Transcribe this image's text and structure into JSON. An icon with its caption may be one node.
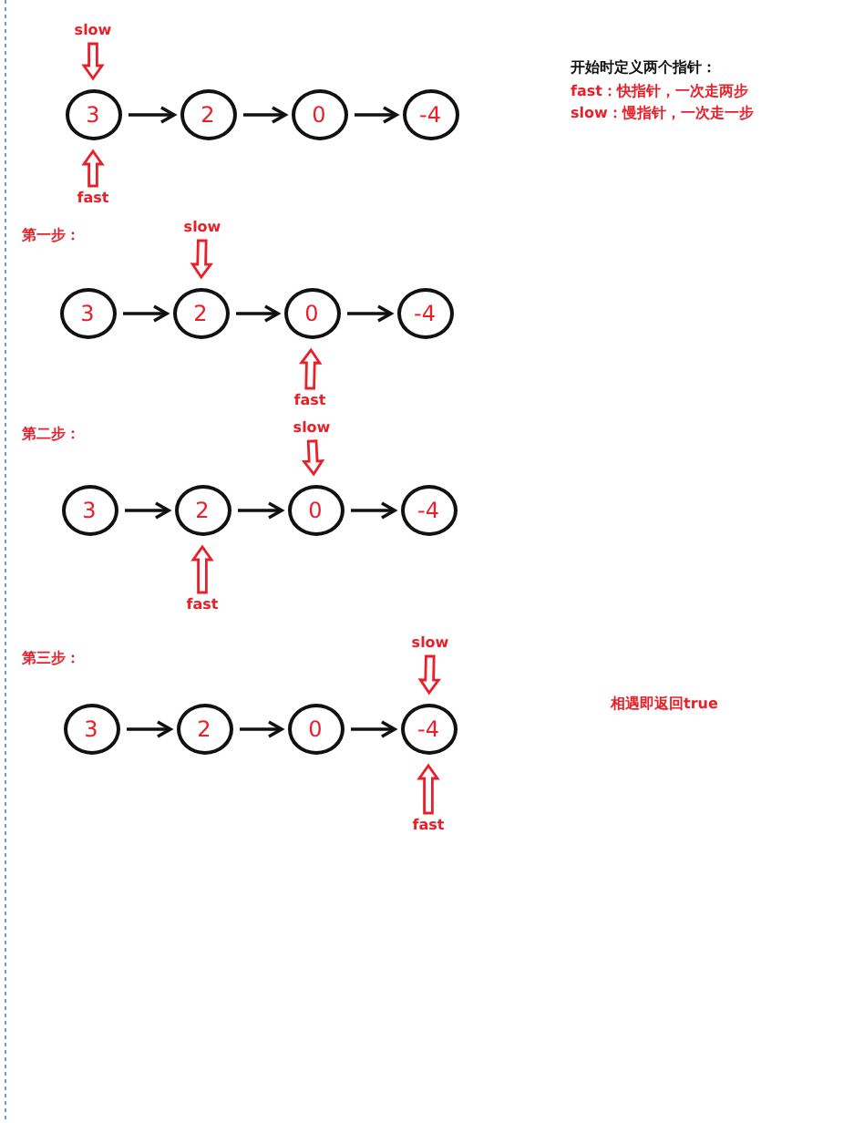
{
  "diagram": {
    "nodes": [
      {
        "text": [
          "slow"
        ]
      },
      {
        "text": [
          "3"
        ]
      },
      {
        "text": [
          "2"
        ]
      },
      {
        "text": [
          "0"
        ]
      },
      {
        "text": [
          "-4"
        ]
      },
      {
        "text": [
          "fast"
        ]
      },
      {
        "text": [
          "slow"
        ]
      },
      {
        "text": [
          "3"
        ]
      },
      {
        "text": [
          "2"
        ]
      },
      {
        "text": [
          "0"
        ]
      },
      {
        "text": [
          "-4"
        ]
      },
      {
        "text": [
          "fast"
        ]
      },
      {
        "text": [
          "slow"
        ]
      },
      {
        "text": [
          "3"
        ]
      },
      {
        "text": [
          "2"
        ]
      },
      {
        "text": [
          "0"
        ]
      },
      {
        "text": [
          "-4"
        ]
      },
      {
        "text": [
          "fast"
        ]
      },
      {
        "text": [
          "slow"
        ]
      },
      {
        "text": [
          "3"
        ]
      },
      {
        "text": [
          "2"
        ]
      },
      {
        "text": [
          "0"
        ]
      },
      {
        "text": [
          "-4"
        ]
      },
      {
        "text": [
          "fast"
        ]
      }
    ],
    "edges": [
      {
        "from": 1,
        "to": 2,
        "arrow": "to"
      },
      {
        "from": 2,
        "to": 3,
        "arrow": "to"
      },
      {
        "from": 3,
        "to": 4,
        "arrow": "to"
      },
      {
        "from": 0,
        "to": 1,
        "arrow": "to",
        "style": "thick",
        "color": "#e8202a"
      },
      {
        "from": 5,
        "to": 1,
        "arrow": "to",
        "style": "thick",
        "color": "#e8202a"
      },
      {
        "from": 7,
        "to": 8,
        "arrow": "to"
      },
      {
        "from": 8,
        "to": 9,
        "arrow": "to"
      },
      {
        "from": 9,
        "to": 10,
        "arrow": "to"
      },
      {
        "from": 6,
        "to": 8,
        "arrow": "to",
        "style": "thick",
        "color": "#e8202a"
      },
      {
        "from": 11,
        "to": 9,
        "arrow": "to",
        "style": "thick",
        "color": "#e8202a"
      },
      {
        "from": 13,
        "to": 14,
        "arrow": "to"
      },
      {
        "from": 14,
        "to": 15,
        "arrow": "to"
      },
      {
        "from": 15,
        "to": 16,
        "arrow": "to"
      },
      {
        "from": 12,
        "to": 15,
        "arrow": "to",
        "style": "thick",
        "color": "#e8202a"
      },
      {
        "from": 17,
        "to": 14,
        "arrow": "to",
        "style": "thick",
        "color": "#e8202a"
      },
      {
        "from": 19,
        "to": 20,
        "arrow": "to"
      },
      {
        "from": 20,
        "to": 21,
        "arrow": "to"
      },
      {
        "from": 21,
        "to": 22,
        "arrow": "to"
      },
      {
        "from": 18,
        "to": 22,
        "arrow": "to",
        "style": "thick",
        "color": "#e8202a"
      },
      {
        "from": 23,
        "to": 22,
        "arrow": "to",
        "style": "thick",
        "color": "#e8202a"
      }
    ],
    "labels": [
      "开始时定义两个指针：",
      "fast：快指针，一次走两步",
      "slow：慢指针，一次走一步",
      "第一步：",
      "第二步：",
      "第三步：",
      "相遇即返回true"
    ]
  }
}
